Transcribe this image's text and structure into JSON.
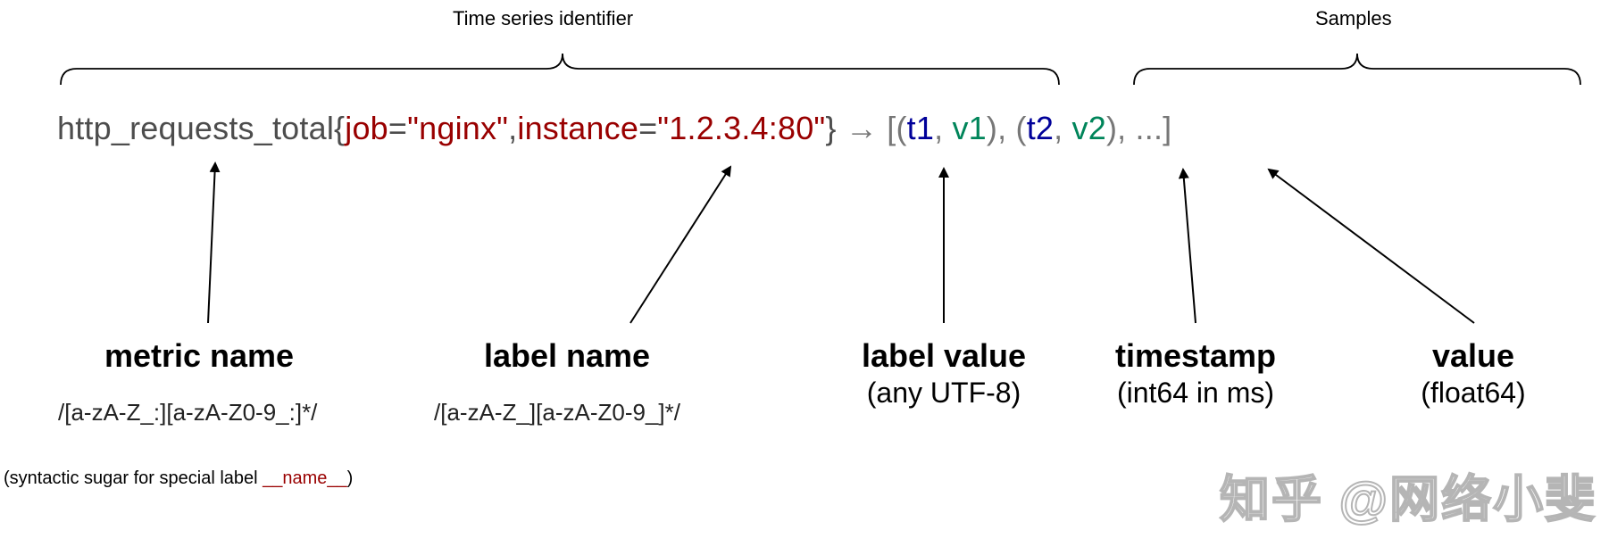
{
  "headers": {
    "identifier": "Time series identifier",
    "samples": "Samples"
  },
  "expression": {
    "metric": "http_requests_total",
    "open_brace": "{",
    "label1_name": "job",
    "eq1": "=",
    "label1_value": "\"nginx\"",
    "comma1": ",",
    "label2_name": "instance",
    "eq2": "=",
    "label2_value": "\"1.2.3.4:80\"",
    "close_brace": "}",
    "arrow": " → ",
    "samples_open": "[(",
    "t1": "t1",
    "sep1": ", ",
    "v1": "v1",
    "pair_sep": "), (",
    "t2": "t2",
    "sep2": ", ",
    "v2": "v2",
    "tail": "), ...]"
  },
  "labels": {
    "metric_name": {
      "title": "metric name",
      "regex": "/[a-zA-Z_:][a-zA-Z0-9_:]*/"
    },
    "label_name": {
      "title": "label name",
      "regex": "/[a-zA-Z_][a-zA-Z0-9_]*/"
    },
    "label_value": {
      "title": "label value",
      "sub": "(any UTF-8)"
    },
    "timestamp": {
      "title": "timestamp",
      "sub": "(int64 in ms)"
    },
    "value": {
      "title": "value",
      "sub": "(float64)"
    }
  },
  "note": {
    "prefix": "(syntactic sugar for special label ",
    "name": "__name__",
    "suffix": ")"
  },
  "watermark": "知乎 @网络小斐",
  "colors": {
    "metric": "#4d4d4d",
    "label": "#990000",
    "timestamp": "#000099",
    "value": "#00855a"
  }
}
